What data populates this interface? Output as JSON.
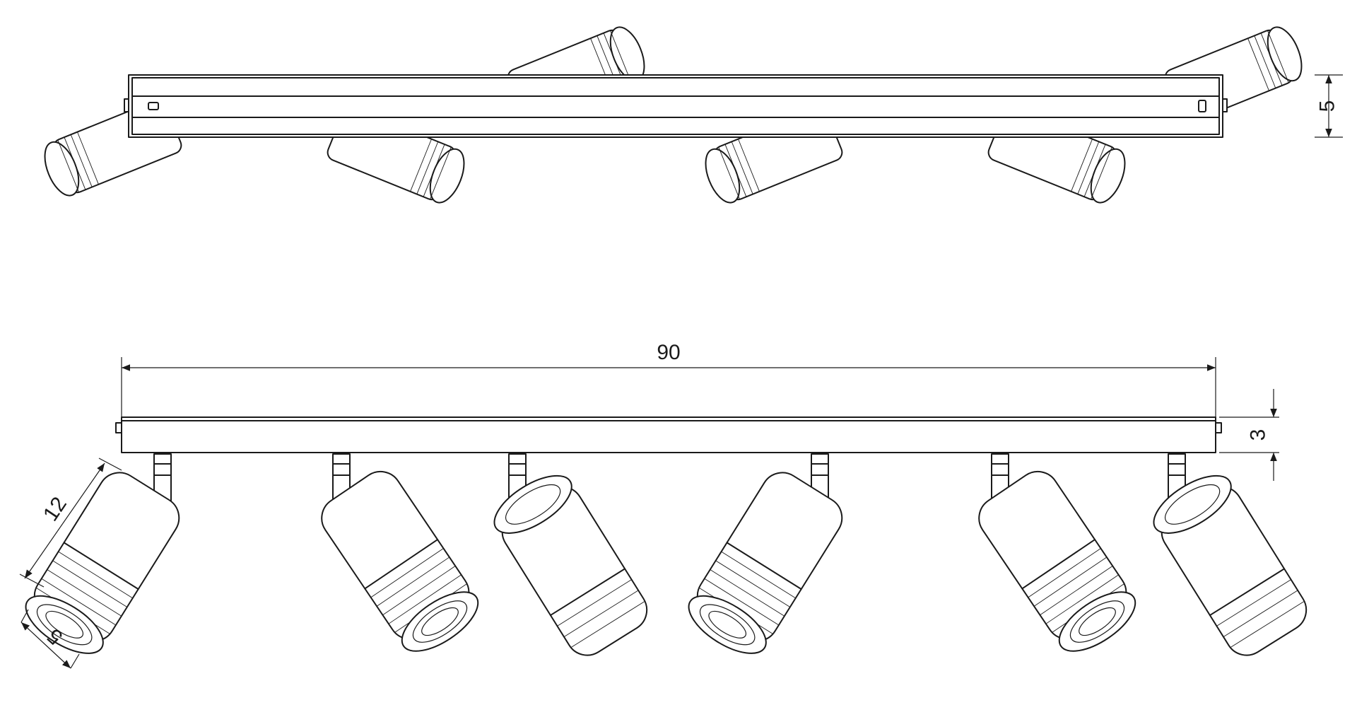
{
  "colors": {
    "line": "#1a1a1a",
    "background": "#ffffff"
  },
  "dimensions": {
    "top_view_height": "5",
    "total_length": "90",
    "base_height": "3",
    "spot_length": "12",
    "spot_diameter": "5"
  },
  "spot_count": 6
}
